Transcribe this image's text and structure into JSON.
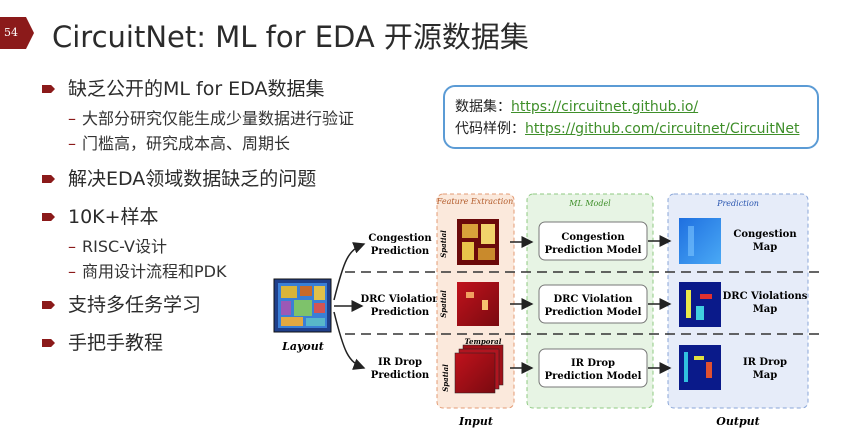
{
  "slide": {
    "page_number": "54",
    "title": "CircuitNet: ML for EDA 开源数据集"
  },
  "bullets": [
    {
      "text": "缺乏公开的ML for EDA数据集",
      "subs": [
        "大部分研究仅能生成少量数据进行验证",
        "门槛高，研究成本高、周期长"
      ]
    },
    {
      "text": "解决EDA领域数据缺乏的问题",
      "subs": []
    },
    {
      "text": "10K+样本",
      "subs": [
        "RISC-V设计",
        "商用设计流程和PDK"
      ]
    },
    {
      "text": "支持多任务学习",
      "subs": []
    },
    {
      "text": "手把手教程",
      "subs": []
    }
  ],
  "links": {
    "dataset_label": "数据集：",
    "dataset_url": "https://circuitnet.github.io/",
    "code_label": "代码样例：",
    "code_url": "https://github.com/circuitnet/CircuitNet"
  },
  "figure": {
    "layout_label": "Layout",
    "feature_extraction_label": "Feature Extraction",
    "ml_model_label": "ML Model",
    "prediction_label": "Prediction",
    "spatial_label": "Spatial",
    "temporal_label": "Temporal",
    "input_label": "Input",
    "output_label": "Output",
    "tasks": [
      {
        "task": "Congestion Prediction",
        "model": "Congestion Prediction Model",
        "map": "Congestion Map"
      },
      {
        "task": "DRC Violation Prediction",
        "model": "DRC Violation Prediction Model",
        "map": "DRC Violations Map"
      },
      {
        "task": "IR Drop Prediction",
        "model": "IR Drop Prediction Model",
        "map": "IR Drop Map"
      }
    ]
  },
  "colors": {
    "accent_red": "#8b1a1a",
    "feature_panel": "#fbe9dc",
    "model_panel": "#e7f4e4",
    "prediction_panel": "#e6ecf9",
    "link_border": "#5b9bd5",
    "link_green": "#3f8f2a"
  }
}
